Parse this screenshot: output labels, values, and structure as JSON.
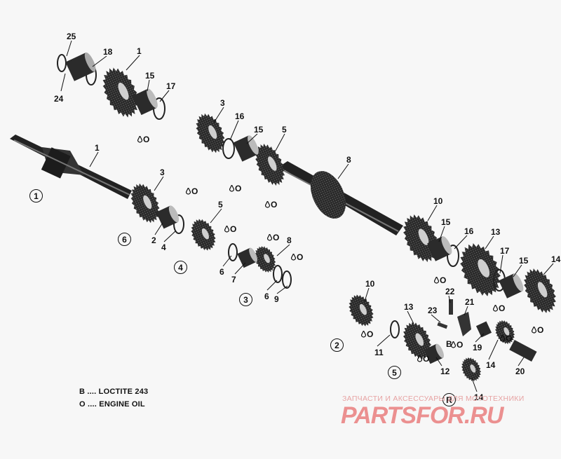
{
  "callouts": [
    {
      "id": "c25",
      "text": "25"
    },
    {
      "id": "c18",
      "text": "18"
    },
    {
      "id": "c1a",
      "text": "1"
    },
    {
      "id": "c15a",
      "text": "15"
    },
    {
      "id": "c17a",
      "text": "17"
    },
    {
      "id": "c24",
      "text": "24"
    },
    {
      "id": "c3a",
      "text": "3"
    },
    {
      "id": "c16a",
      "text": "16"
    },
    {
      "id": "c15b",
      "text": "15"
    },
    {
      "id": "c5a",
      "text": "5"
    },
    {
      "id": "c1b",
      "text": "1"
    },
    {
      "id": "c8a",
      "text": "8"
    },
    {
      "id": "c3b",
      "text": "3"
    },
    {
      "id": "c5b",
      "text": "5"
    },
    {
      "id": "c2",
      "text": "2"
    },
    {
      "id": "c4",
      "text": "4"
    },
    {
      "id": "c8b",
      "text": "8"
    },
    {
      "id": "c6a",
      "text": "6"
    },
    {
      "id": "c7",
      "text": "7"
    },
    {
      "id": "c6b",
      "text": "6"
    },
    {
      "id": "c9",
      "text": "9"
    },
    {
      "id": "c10a",
      "text": "10"
    },
    {
      "id": "c15c",
      "text": "15"
    },
    {
      "id": "c16b",
      "text": "16"
    },
    {
      "id": "c13a",
      "text": "13"
    },
    {
      "id": "c17b",
      "text": "17"
    },
    {
      "id": "c15d",
      "text": "15"
    },
    {
      "id": "c14a",
      "text": "14"
    },
    {
      "id": "c10b",
      "text": "10"
    },
    {
      "id": "c22",
      "text": "22"
    },
    {
      "id": "c21",
      "text": "21"
    },
    {
      "id": "c23",
      "text": "23"
    },
    {
      "id": "c13b",
      "text": "13"
    },
    {
      "id": "c11",
      "text": "11"
    },
    {
      "id": "c12",
      "text": "12"
    },
    {
      "id": "c19",
      "text": "19"
    },
    {
      "id": "c14b",
      "text": "14"
    },
    {
      "id": "c20",
      "text": "20"
    },
    {
      "id": "c14c",
      "text": "14"
    },
    {
      "id": "cB",
      "text": "B"
    }
  ],
  "circled": [
    {
      "id": "r1",
      "text": "1"
    },
    {
      "id": "r6",
      "text": "6"
    },
    {
      "id": "r4",
      "text": "4"
    },
    {
      "id": "r3",
      "text": "3"
    },
    {
      "id": "r2",
      "text": "2"
    },
    {
      "id": "r5",
      "text": "5"
    },
    {
      "id": "rR",
      "text": "R"
    }
  ],
  "oil_marks": {
    "text": "O"
  },
  "legend": {
    "line_b": "B .... LOCTITE 243",
    "line_o": "O .... ENGINE OIL"
  },
  "watermark": {
    "subtitle": "ЗАПЧАСТИ И АКСЕССУАРЫ ДЛЯ МОТОТЕХНИКИ",
    "logo": "PARTSFOR.RU"
  },
  "colors": {
    "ink": "#111111",
    "watermark": "#e23c3c"
  }
}
